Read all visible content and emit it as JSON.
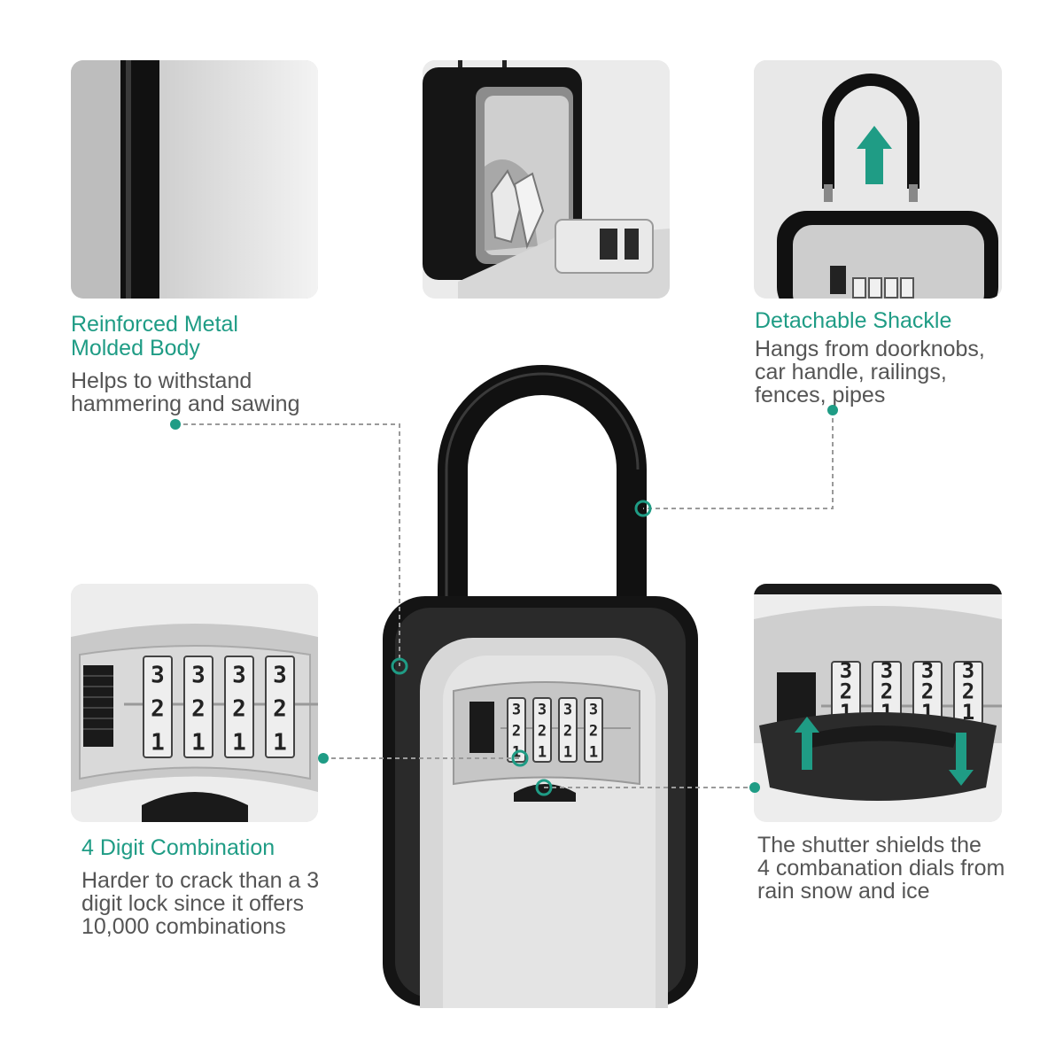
{
  "accent_color": "#1f9c85",
  "text_color": "#555555",
  "features": [
    {
      "title": "Reinforced Metal\nMolded Body",
      "description": "Helps to withstand\nhammering and sawing"
    },
    {
      "title": "Detachable Shackle",
      "description": "Hangs from doorknobs,\ncar handle, railings,\nfences, pipes"
    },
    {
      "title": "4 Digit Combination",
      "description": "Harder to crack than a 3\ndigit lock since it offers\n10,000 combinations"
    },
    {
      "title": "",
      "description": "The shutter shields the\n4 combanation dials from\nrain snow and ice"
    }
  ],
  "dial_digits": [
    "3",
    "2",
    "1"
  ],
  "icons": {
    "shackle_arrow": "arrow-up-icon",
    "shutter_arrows": [
      "arrow-up-icon",
      "arrow-down-icon"
    ]
  }
}
